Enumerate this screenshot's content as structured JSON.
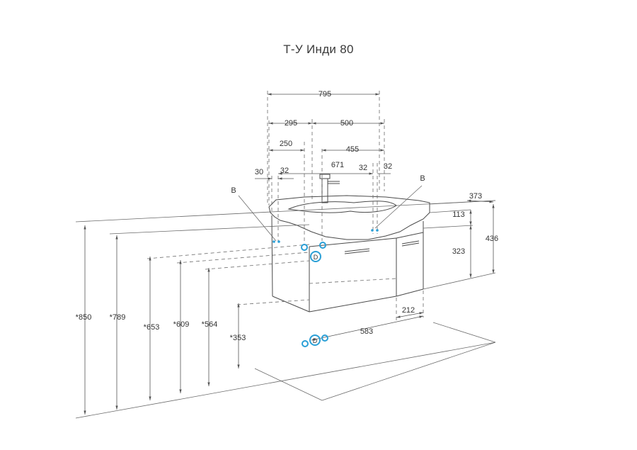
{
  "title": "Т-У Инди 80",
  "dimensions": {
    "width_total": "795",
    "left_to_tap": "295",
    "tap_to_right": "500",
    "left_offset": "250",
    "right_offset": "455",
    "gap_30": "30",
    "gap_32_left": "32",
    "width_671": "671",
    "gap_32_mid": "32",
    "gap_32_right": "32",
    "depth": "373",
    "top_113": "113",
    "height_323": "323",
    "height_436": "436",
    "depth_212": "212",
    "width_583": "583",
    "h850": "*850",
    "h789": "*789",
    "h653": "*653",
    "h609": "*609",
    "h564": "*564",
    "h353": "*353"
  },
  "labels": {
    "b_left": "B",
    "b_right": "B",
    "d_mid": "D",
    "d_floor": "D"
  },
  "colors": {
    "accent": "#2a9fd6",
    "line": "#4a4a4a"
  }
}
